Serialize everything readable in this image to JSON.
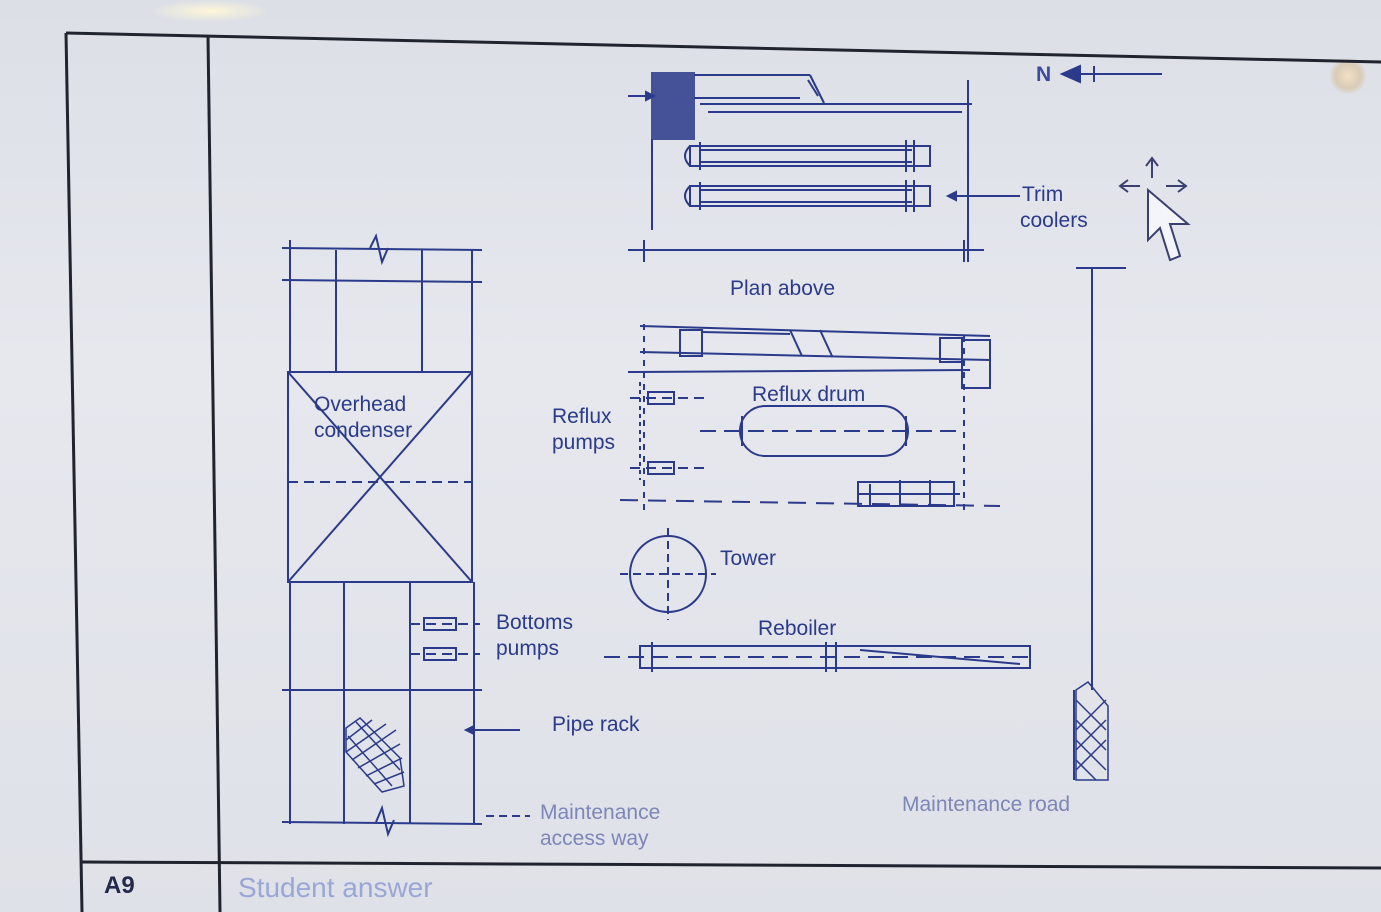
{
  "labels": {
    "north": "N",
    "trim_coolers": [
      "Trim",
      "coolers"
    ],
    "plan_above": "Plan above",
    "reflux_drum": "Reflux drum",
    "reflux_pumps": [
      "Reflux",
      "pumps"
    ],
    "overhead_condenser": [
      "Overhead",
      "condenser"
    ],
    "tower": "Tower",
    "bottoms_pumps": [
      "Bottoms",
      "pumps"
    ],
    "reboiler": "Reboiler",
    "pipe_rack": "Pipe rack",
    "maintenance_access_way": [
      "Maintenance",
      "access way"
    ],
    "maintenance_road": "Maintenance road"
  },
  "table": {
    "row_code": "A9",
    "row_answer": "Student answer"
  },
  "colors": {
    "ink": "#2b3a8a",
    "border": "#20242e",
    "background": "#e3e5eb"
  },
  "icons": [
    "move-cursor-icon",
    "north-arrow-icon"
  ]
}
